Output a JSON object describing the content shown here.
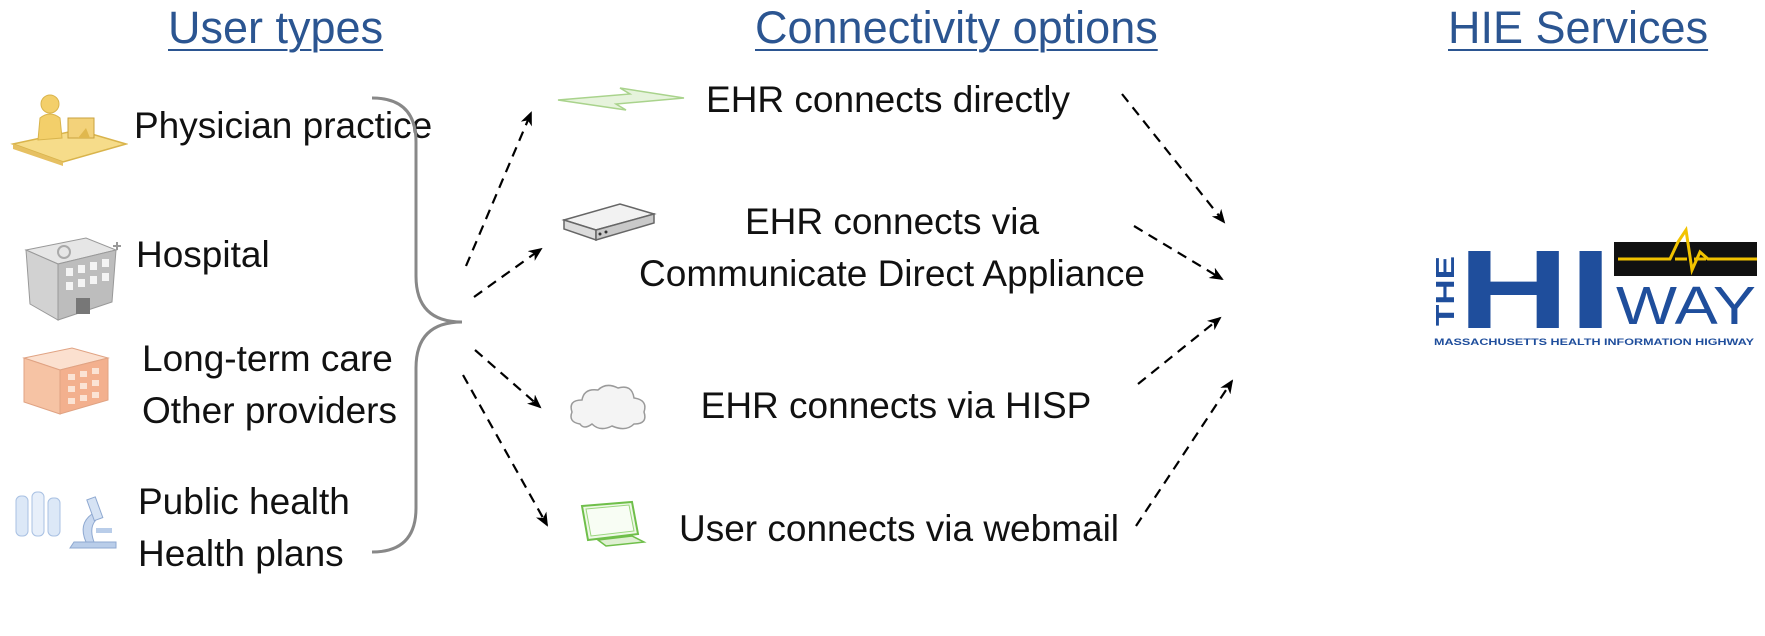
{
  "headings": {
    "user_types": "User types",
    "connectivity": "Connectivity options",
    "services": "HIE Services"
  },
  "user_types": [
    {
      "lines": [
        "Physician practice"
      ],
      "icon": "physician-desk-icon"
    },
    {
      "lines": [
        "Hospital"
      ],
      "icon": "hospital-building-icon"
    },
    {
      "lines": [
        "Long-term care",
        "Other providers"
      ],
      "icon": "care-facility-building-icon"
    },
    {
      "lines": [
        "Public health",
        "Health plans"
      ],
      "icon": "lab-microscope-icon"
    }
  ],
  "connectivity": [
    {
      "lines": [
        "EHR connects directly"
      ],
      "icon": "lightning-link-icon"
    },
    {
      "lines": [
        "EHR connects via",
        "Communicate Direct Appliance"
      ],
      "icon": "appliance-box-icon"
    },
    {
      "lines": [
        "EHR connects via HISP"
      ],
      "icon": "cloud-icon"
    },
    {
      "lines": [
        "User connects via webmail"
      ],
      "icon": "monitor-icon"
    }
  ],
  "logo": {
    "the": "THE",
    "hi": "HI",
    "way": "WAY",
    "tagline": "MASSACHUSETTS HEALTH INFORMATION HIGHWAY",
    "colors": {
      "blue": "#1f4e9c",
      "yellow": "#f2c300",
      "black": "#111111"
    }
  }
}
